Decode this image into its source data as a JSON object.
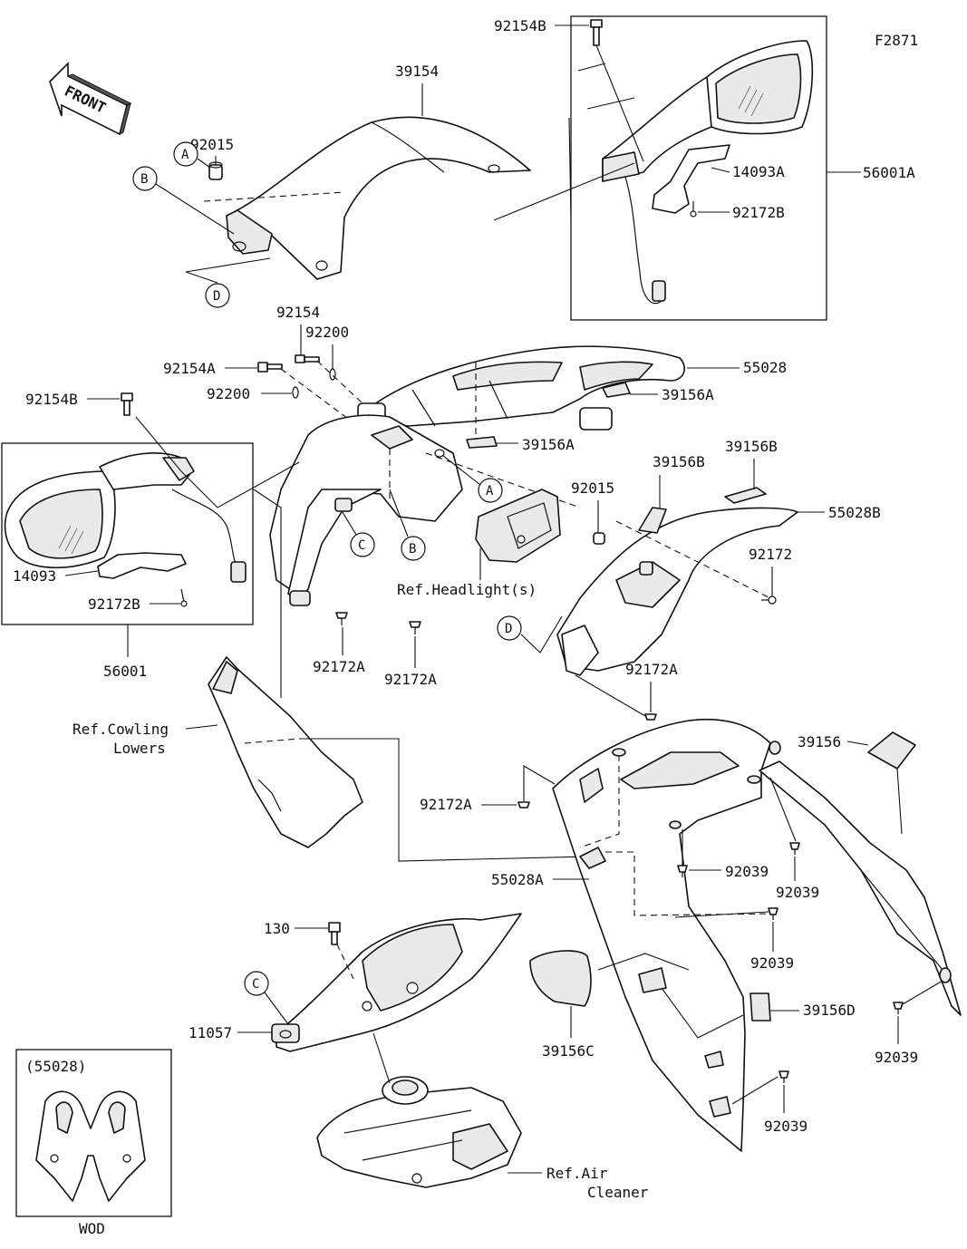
{
  "figure_code": "F2871",
  "front_arrow_label": "FRONT",
  "parts": {
    "p39154": "39154",
    "p92015_top": "92015",
    "p92154B_top": "92154B",
    "p14093A": "14093A",
    "p56001A": "56001A",
    "p92172B_right": "92172B",
    "p92154": "92154",
    "p92200_top": "92200",
    "p92154A": "92154A",
    "p92200_mid": "92200",
    "p55028": "55028",
    "p39156A_upper": "39156A",
    "p39156A_lower": "39156A",
    "p92154B_left": "92154B",
    "p14093": "14093",
    "p92172B_left": "92172B",
    "p56001": "56001",
    "p39156B_left": "39156B",
    "p39156B_right": "39156B",
    "p92015_mid": "92015",
    "p55028B": "55028B",
    "p92172_right": "92172",
    "p92172A_a": "92172A",
    "p92172A_b": "92172A",
    "p92172A_c": "92172A",
    "p39156": "39156",
    "p92172A_d": "92172A",
    "p92039_a": "92039",
    "p92039_b": "92039",
    "p55028A": "55028A",
    "p92039_c": "92039",
    "p130": "130",
    "p11057": "11057",
    "p39156C": "39156C",
    "p39156D": "39156D",
    "p92039_d": "92039",
    "p92039_e": "92039"
  },
  "references": {
    "headlights": "Ref.Headlight(s)",
    "cowling_lowers_1": "Ref.Cowling",
    "cowling_lowers_2": "Lowers",
    "air_cleaner_1": "Ref.Air",
    "air_cleaner_2": "Cleaner"
  },
  "callouts": {
    "A": "A",
    "B": "B",
    "C": "C",
    "D": "D"
  },
  "inset": {
    "title": "(55028)",
    "caption": "WOD"
  }
}
